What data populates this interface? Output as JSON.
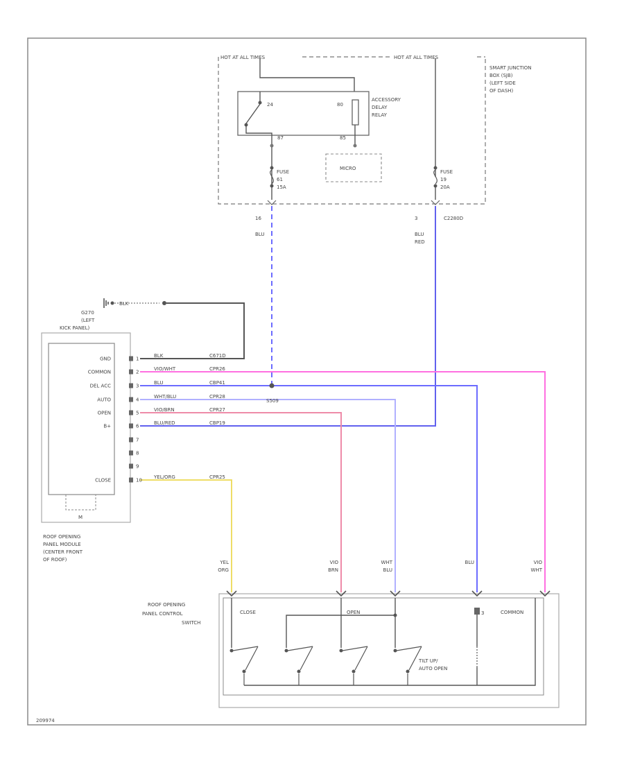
{
  "top": {
    "hot_label_left": "HOT AT ALL TIMES",
    "hot_label_right": "HOT AT ALL TIMES",
    "sjb_label_lines": [
      "SMART JUNCTION",
      "BOX (SJB)",
      "(LEFT SIDE",
      "OF DASH)"
    ],
    "relay_label_lines": [
      "ACCESSORY",
      "DELAY",
      "RELAY"
    ],
    "relay_pin_left": "24",
    "relay_pin_right": "80",
    "relay_pin_bottom_left": "87",
    "relay_pin_bottom_right": "85",
    "micro_label": "MICRO",
    "fuse_left_lines": [
      "FUSE",
      "61",
      "15A"
    ],
    "fuse_right_lines": [
      "FUSE",
      "19",
      "20A"
    ],
    "pin_left": "16",
    "wire_left": "BLU",
    "pin_right": "3",
    "connector_right": "C2280D",
    "wire_right_lines": [
      "BLU",
      "RED"
    ]
  },
  "ground": {
    "wire_label": "BLK",
    "location_lines": [
      "G270",
      "(LEFT",
      "KICK PANEL)"
    ]
  },
  "module": {
    "pins": [
      {
        "label": "GND",
        "num": "1",
        "wire": "BLK",
        "conn": "C671D"
      },
      {
        "label": "COMMON",
        "num": "2",
        "wire": "VIO/WHT",
        "conn": "CPR26"
      },
      {
        "label": "DEL ACC",
        "num": "3",
        "wire": "BLU",
        "conn": "CBP41"
      },
      {
        "label": "AUTO",
        "num": "4",
        "wire": "WHT/BLU",
        "conn": "CPR28"
      },
      {
        "label": "OPEN",
        "num": "5",
        "wire": "VIO/BRN",
        "conn": "CPR27"
      },
      {
        "label": "B+",
        "num": "6",
        "wire": "BLU/RED",
        "conn": "CBP19"
      },
      {
        "label": "",
        "num": "7",
        "wire": "",
        "conn": ""
      },
      {
        "label": "",
        "num": "8",
        "wire": "",
        "conn": ""
      },
      {
        "label": "",
        "num": "9",
        "wire": "",
        "conn": ""
      },
      {
        "label": "CLOSE",
        "num": "10",
        "wire": "YEL/ORG",
        "conn": "CPR25"
      }
    ],
    "motor_label": "M",
    "splice_label": "S509",
    "caption_lines": [
      "ROOF OPENING",
      "PANEL MODULE",
      "(CENTER FRONT",
      "OF ROOF)"
    ]
  },
  "switch": {
    "caption_lines": [
      "ROOF OPENING",
      "PANEL CONTROL",
      "SWITCH"
    ],
    "close_label": "CLOSE",
    "open_label": "OPEN",
    "common_label": "COMMON",
    "tilt_lines": [
      "TILT UP/",
      "AUTO OPEN"
    ],
    "pin_3": "3",
    "wires": [
      {
        "lines": [
          "YEL",
          "ORG"
        ]
      },
      {
        "lines": [
          "VIO",
          "BRN"
        ]
      },
      {
        "lines": [
          "WHT",
          "BLU"
        ]
      },
      {
        "lines": [
          "BLU"
        ]
      },
      {
        "lines": [
          "VIO",
          "WHT"
        ]
      }
    ]
  },
  "footer_code": "209974",
  "colors": {
    "blu": "#6b6bff",
    "vio_wht": "#ff6fe0",
    "wht_blu": "#b0b0ff",
    "vio_brn": "#ee8aa8",
    "blu_red": "#6060ee",
    "yel_org": "#eedd66",
    "black": "#555555"
  }
}
